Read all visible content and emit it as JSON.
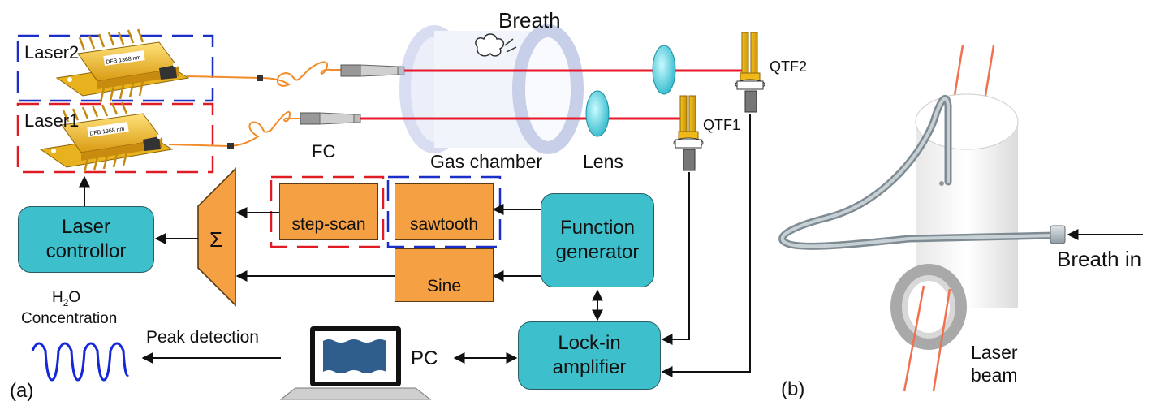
{
  "panel_a": {
    "label": "(a)",
    "laser2": "Laser2",
    "laser1": "Laser1",
    "laser_chip_text": "DFB 1368 nm",
    "fc": "FC",
    "breath": "Breath",
    "gas_chamber": "Gas chamber",
    "lens": "Lens",
    "qtf1": "QTF1",
    "qtf2": "QTF2",
    "laser_controller": [
      "Laser",
      "controllor"
    ],
    "sigma": "Σ",
    "step_scan": "step-scan",
    "sawtooth": "sawtooth",
    "sine": "Sine",
    "function_generator": [
      "Function",
      "generator"
    ],
    "lockin": [
      "Lock-in",
      "amplifier"
    ],
    "pc": "PC",
    "peak_detection": "Peak detection",
    "h2o_base": "H",
    "h2o_sub": "2",
    "h2o_tail": "O",
    "concentration": "Concentration"
  },
  "panel_b": {
    "label": "(b)",
    "breath_in": "Breath in",
    "laser_beam": [
      "Laser",
      "beam"
    ]
  },
  "colors": {
    "teal_box": "#3dbfcc",
    "orange_box": "#f5a043",
    "laser_beam": "#e8182a",
    "fiber": "#f08c2a",
    "red_dash": "#e01b24",
    "blue_dash": "#1a2ec8",
    "signal_trace": "#1428d8"
  }
}
